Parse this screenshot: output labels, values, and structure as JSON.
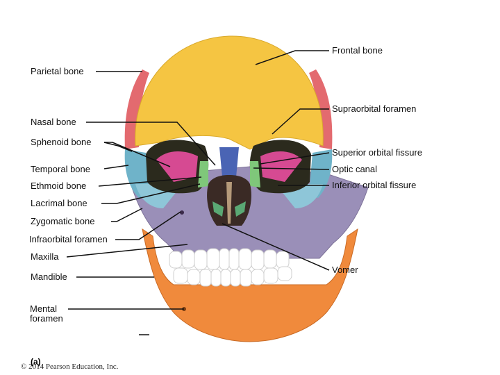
{
  "labels": {
    "frontal_bone": "Frontal bone",
    "parietal_bone": "Parietal bone",
    "supraorbital_foramen": "Supraorbital foramen",
    "nasal_bone": "Nasal bone",
    "sphenoid_bone": "Sphenoid bone",
    "superior_orbital_fissure": "Superior orbital fissure",
    "temporal_bone": "Temporal bone",
    "optic_canal": "Optic canal",
    "ethmoid_bone": "Ethmoid bone",
    "inferior_orbital_fissure": "Inferior orbital fissure",
    "lacrimal_bone": "Lacrimal bone",
    "zygomatic_bone": "Zygomatic bone",
    "infraorbital_foramen": "Infraorbital foramen",
    "maxilla": "Maxilla",
    "vomer": "Vomer",
    "mandible": "Mandible",
    "mental_foramen_1": "Mental",
    "mental_foramen_2": "foramen"
  },
  "caption": "(a)",
  "copyright": "© 2014 Pearson Education, Inc.",
  "colors": {
    "frontal": "#f5c542",
    "parietal": "#e36a6f",
    "temporal": "#6fb3c9",
    "sphenoid": "#d64a92",
    "maxilla": "#9a8fb8",
    "zygomatic": "#8ec6d8",
    "mandible": "#f08a3c",
    "nasal": "#4a64b4",
    "ethmoid": "#7fc77a",
    "teeth": "#ffffff"
  }
}
